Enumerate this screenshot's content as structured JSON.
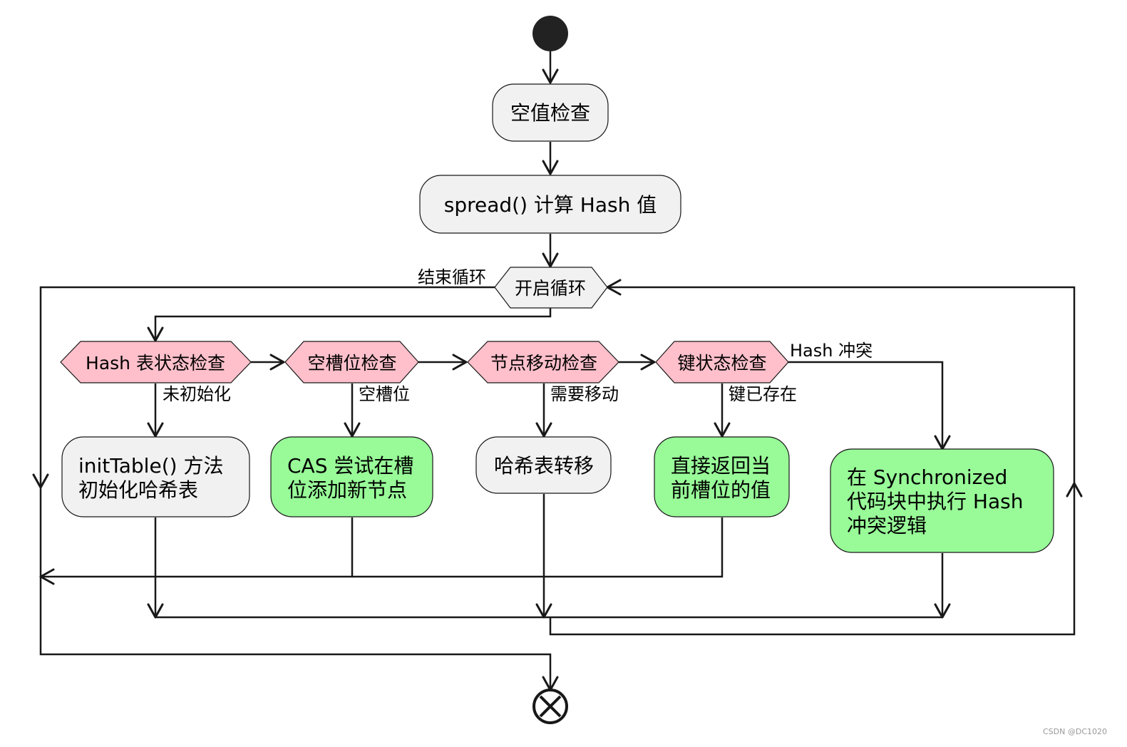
{
  "colors": {
    "neutral_fill": "#f1f1f1",
    "decision_fill": "#ffc0cb",
    "success_fill": "#98fb98",
    "line": "#181818",
    "start_node": "#222222"
  },
  "nodes": {
    "null_check": "空值检查",
    "spread_hash": "spread() 计算 Hash 值",
    "loop_start": "开启循环",
    "table_state_check": "Hash 表状态检查",
    "empty_slot_check": "空槽位检查",
    "node_move_check": "节点移动检查",
    "key_state_check": "键状态检查",
    "init_table_line1": "initTable() 方法",
    "init_table_line2": "初始化哈希表",
    "cas_line1": "CAS 尝试在槽",
    "cas_line2": "位添加新节点",
    "transfer": "哈希表转移",
    "return_line1": "直接返回当",
    "return_line2": "前槽位的值",
    "sync_line1": "在 Synchronized",
    "sync_line2": "代码块中执行 Hash",
    "sync_line3": "冲突逻辑"
  },
  "edge_labels": {
    "end_loop": "结束循环",
    "not_initialized": "未初始化",
    "empty_slot": "空槽位",
    "needs_move": "需要移动",
    "key_exists": "键已存在",
    "hash_conflict": "Hash 冲突"
  },
  "watermark": "CSDN @DC1020"
}
